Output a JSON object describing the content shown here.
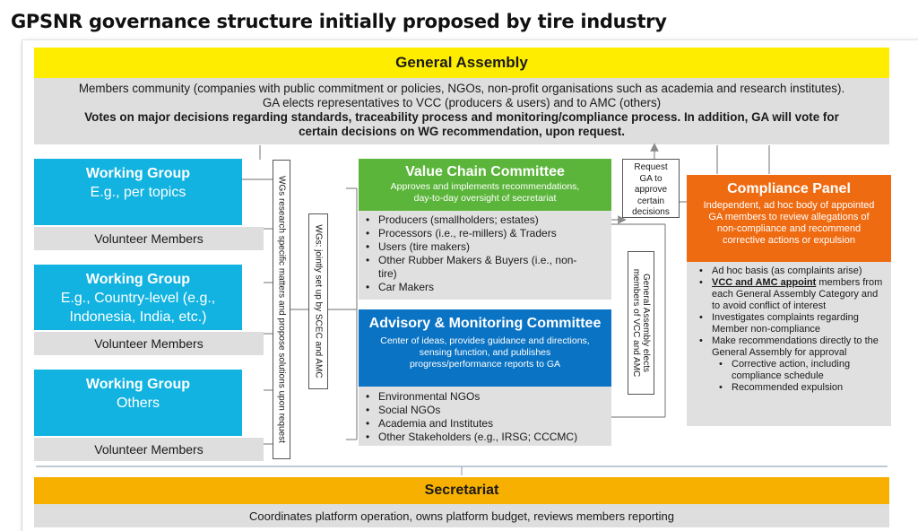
{
  "title": "GPSNR governance structure initially proposed by tire industry",
  "general_assembly": {
    "label": "General Assembly",
    "line1": "Members community (companies with public commitment or policies, NGOs, non-profit organisations such as academia and research institutes).",
    "line2": "GA elects representatives to VCC (producers & users) and to AMC (others)",
    "line3": "Votes on major decisions regarding standards, traceability process and monitoring/compliance process.  In addition, GA will vote for",
    "line4": "certain decisions on WG recommendation, upon request."
  },
  "working_groups": [
    {
      "title": "Working Group",
      "sub1": "E.g., per topics",
      "sub2": "",
      "footer": "Volunteer Members"
    },
    {
      "title": "Working Group",
      "sub1": "E.g., Country-level (e.g.,",
      "sub2": "Indonesia, India, etc.)",
      "footer": "Volunteer Members"
    },
    {
      "title": "Working Group",
      "sub1": "Others",
      "sub2": "",
      "footer": "Volunteer Members"
    }
  ],
  "vertical_labels": {
    "wg_research": "WGs research specific matters and propose solutions upon request",
    "wg_setup": "WGs: jointly set up by SCEC and AMC",
    "ga_elects": "General Assembly elects members of VCC and AMC"
  },
  "request_box": [
    "Request",
    "GA to",
    "approve",
    "certain",
    "decisions"
  ],
  "value_chain_committee": {
    "title": "Value Chain Committee",
    "desc1": "Approves and implements recommendations,",
    "desc2": "day-to-day oversight of secretariat",
    "items": [
      "Producers (smallholders; estates)",
      "Processors (i.e., re-millers) & Traders",
      "Users (tire makers)",
      "Other Rubber Makers & Buyers (i.e., non-",
      "tire)",
      "Car Makers"
    ]
  },
  "advisory_committee": {
    "title": "Advisory & Monitoring Committee",
    "desc1": "Center of ideas, provides guidance and directions,",
    "desc2": "sensing function, and publishes",
    "desc3": "progress/performance reports to GA",
    "items": [
      "Environmental NGOs",
      "Social NGOs",
      "Academia and Institutes",
      "Other Stakeholders (e.g., IRSG; CCCMC)"
    ]
  },
  "compliance_panel": {
    "title": "Compliance Panel",
    "desc1": "Independent, ad hoc body of appointed",
    "desc2": "GA members to review allegations of",
    "desc3": "non-compliance and recommend",
    "desc4": "corrective actions or expulsion",
    "item1": "Ad hoc basis (as complaints arise)",
    "item2_bold": "VCC and AMC appoint",
    "item2_rest": " members from each General Assembly Category and to avoid conflict of interest",
    "item3": "Investigates complaints regarding Member non-compliance",
    "item4": "Make recommendations directly to the General Assembly for approval",
    "sub1": "Corrective action, including compliance schedule",
    "sub2": "Recommended expulsion"
  },
  "secretariat": {
    "label": "Secretariat",
    "desc": "Coordinates platform operation, owns platform budget, reviews members reporting"
  },
  "colors": {
    "ga_yellow": "#ffed00",
    "wg_blue": "#12b3e0",
    "vcc_green": "#5bb53a",
    "amc_blue": "#0a73c4",
    "cp_orange": "#ef6b12",
    "sec_orange": "#f7b000",
    "grey": "#dedede"
  }
}
